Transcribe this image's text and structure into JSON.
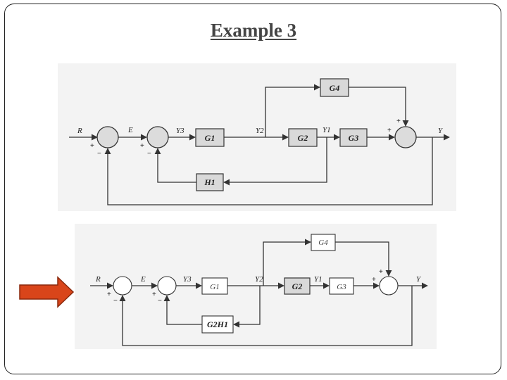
{
  "title": "Example 3",
  "diagram1": {
    "blocks": {
      "g1": "G1",
      "g2": "G2",
      "g3": "G3",
      "g4": "G4",
      "h1": "H1"
    },
    "signals": {
      "r": "R",
      "e": "E",
      "y3": "Y3",
      "y2": "Y2",
      "y1": "Y1",
      "y": "Y"
    },
    "signs": {
      "s1_in": "+",
      "s1_fb": "−",
      "s2_in": "+",
      "s2_fb": "−",
      "s3_top": "+",
      "s3_left": "+"
    }
  },
  "diagram2": {
    "blocks": {
      "g1": "G1",
      "g2": "G2",
      "g3": "G3",
      "g4": "G4",
      "g2h1": "G2H1"
    },
    "signals": {
      "r": "R",
      "e": "E",
      "y3": "Y3",
      "y2": "Y2",
      "y1": "Y1",
      "y": "Y"
    },
    "signs": {
      "s1_in": "+",
      "s1_fb": "−",
      "s2_in": "+",
      "s2_fb": "−",
      "s3_top": "+",
      "s3_left": "+"
    }
  },
  "colors": {
    "arrow": "#d9451a",
    "arrow_border": "#8a2a0e"
  }
}
